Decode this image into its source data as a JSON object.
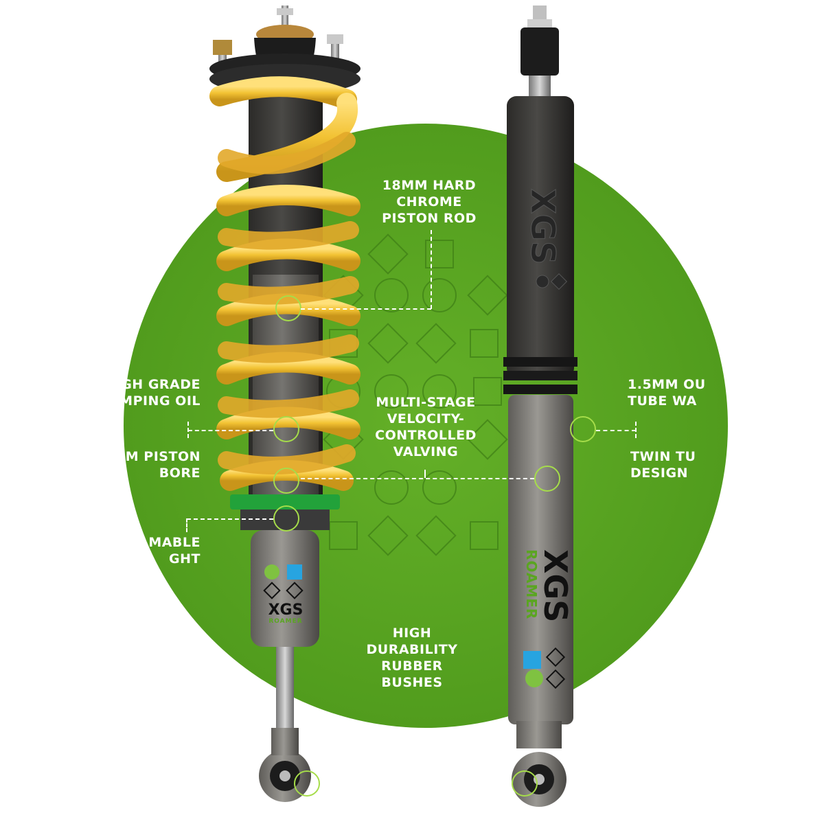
{
  "colors": {
    "background": "#ffffff",
    "disc": "#5aa521",
    "spring": "#f2c233",
    "hotspot": "#a6dd4a",
    "label": "#ffffff"
  },
  "labels": {
    "piston_rod": [
      "18MM HARD",
      "CHROME",
      "PISTON ROD"
    ],
    "damping_oil": [
      "GH GRADE",
      "MPING OIL"
    ],
    "piston_bore": [
      "M PISTON",
      "BORE"
    ],
    "ride_height": [
      "MABLE",
      "GHT"
    ],
    "valving": [
      "MULTI-STAGE",
      "VELOCITY-",
      "CONTROLLED",
      "VALVING"
    ],
    "tube_wall": [
      "1.5MM OU",
      "TUBE WA"
    ],
    "twin_tube": [
      "TWIN TU",
      "DESIGN"
    ],
    "bushes": [
      "HIGH",
      "DURABILITY",
      "RUBBER",
      "BUSHES"
    ]
  },
  "branding": {
    "logo": "XGS",
    "sub": "ROAMER"
  }
}
